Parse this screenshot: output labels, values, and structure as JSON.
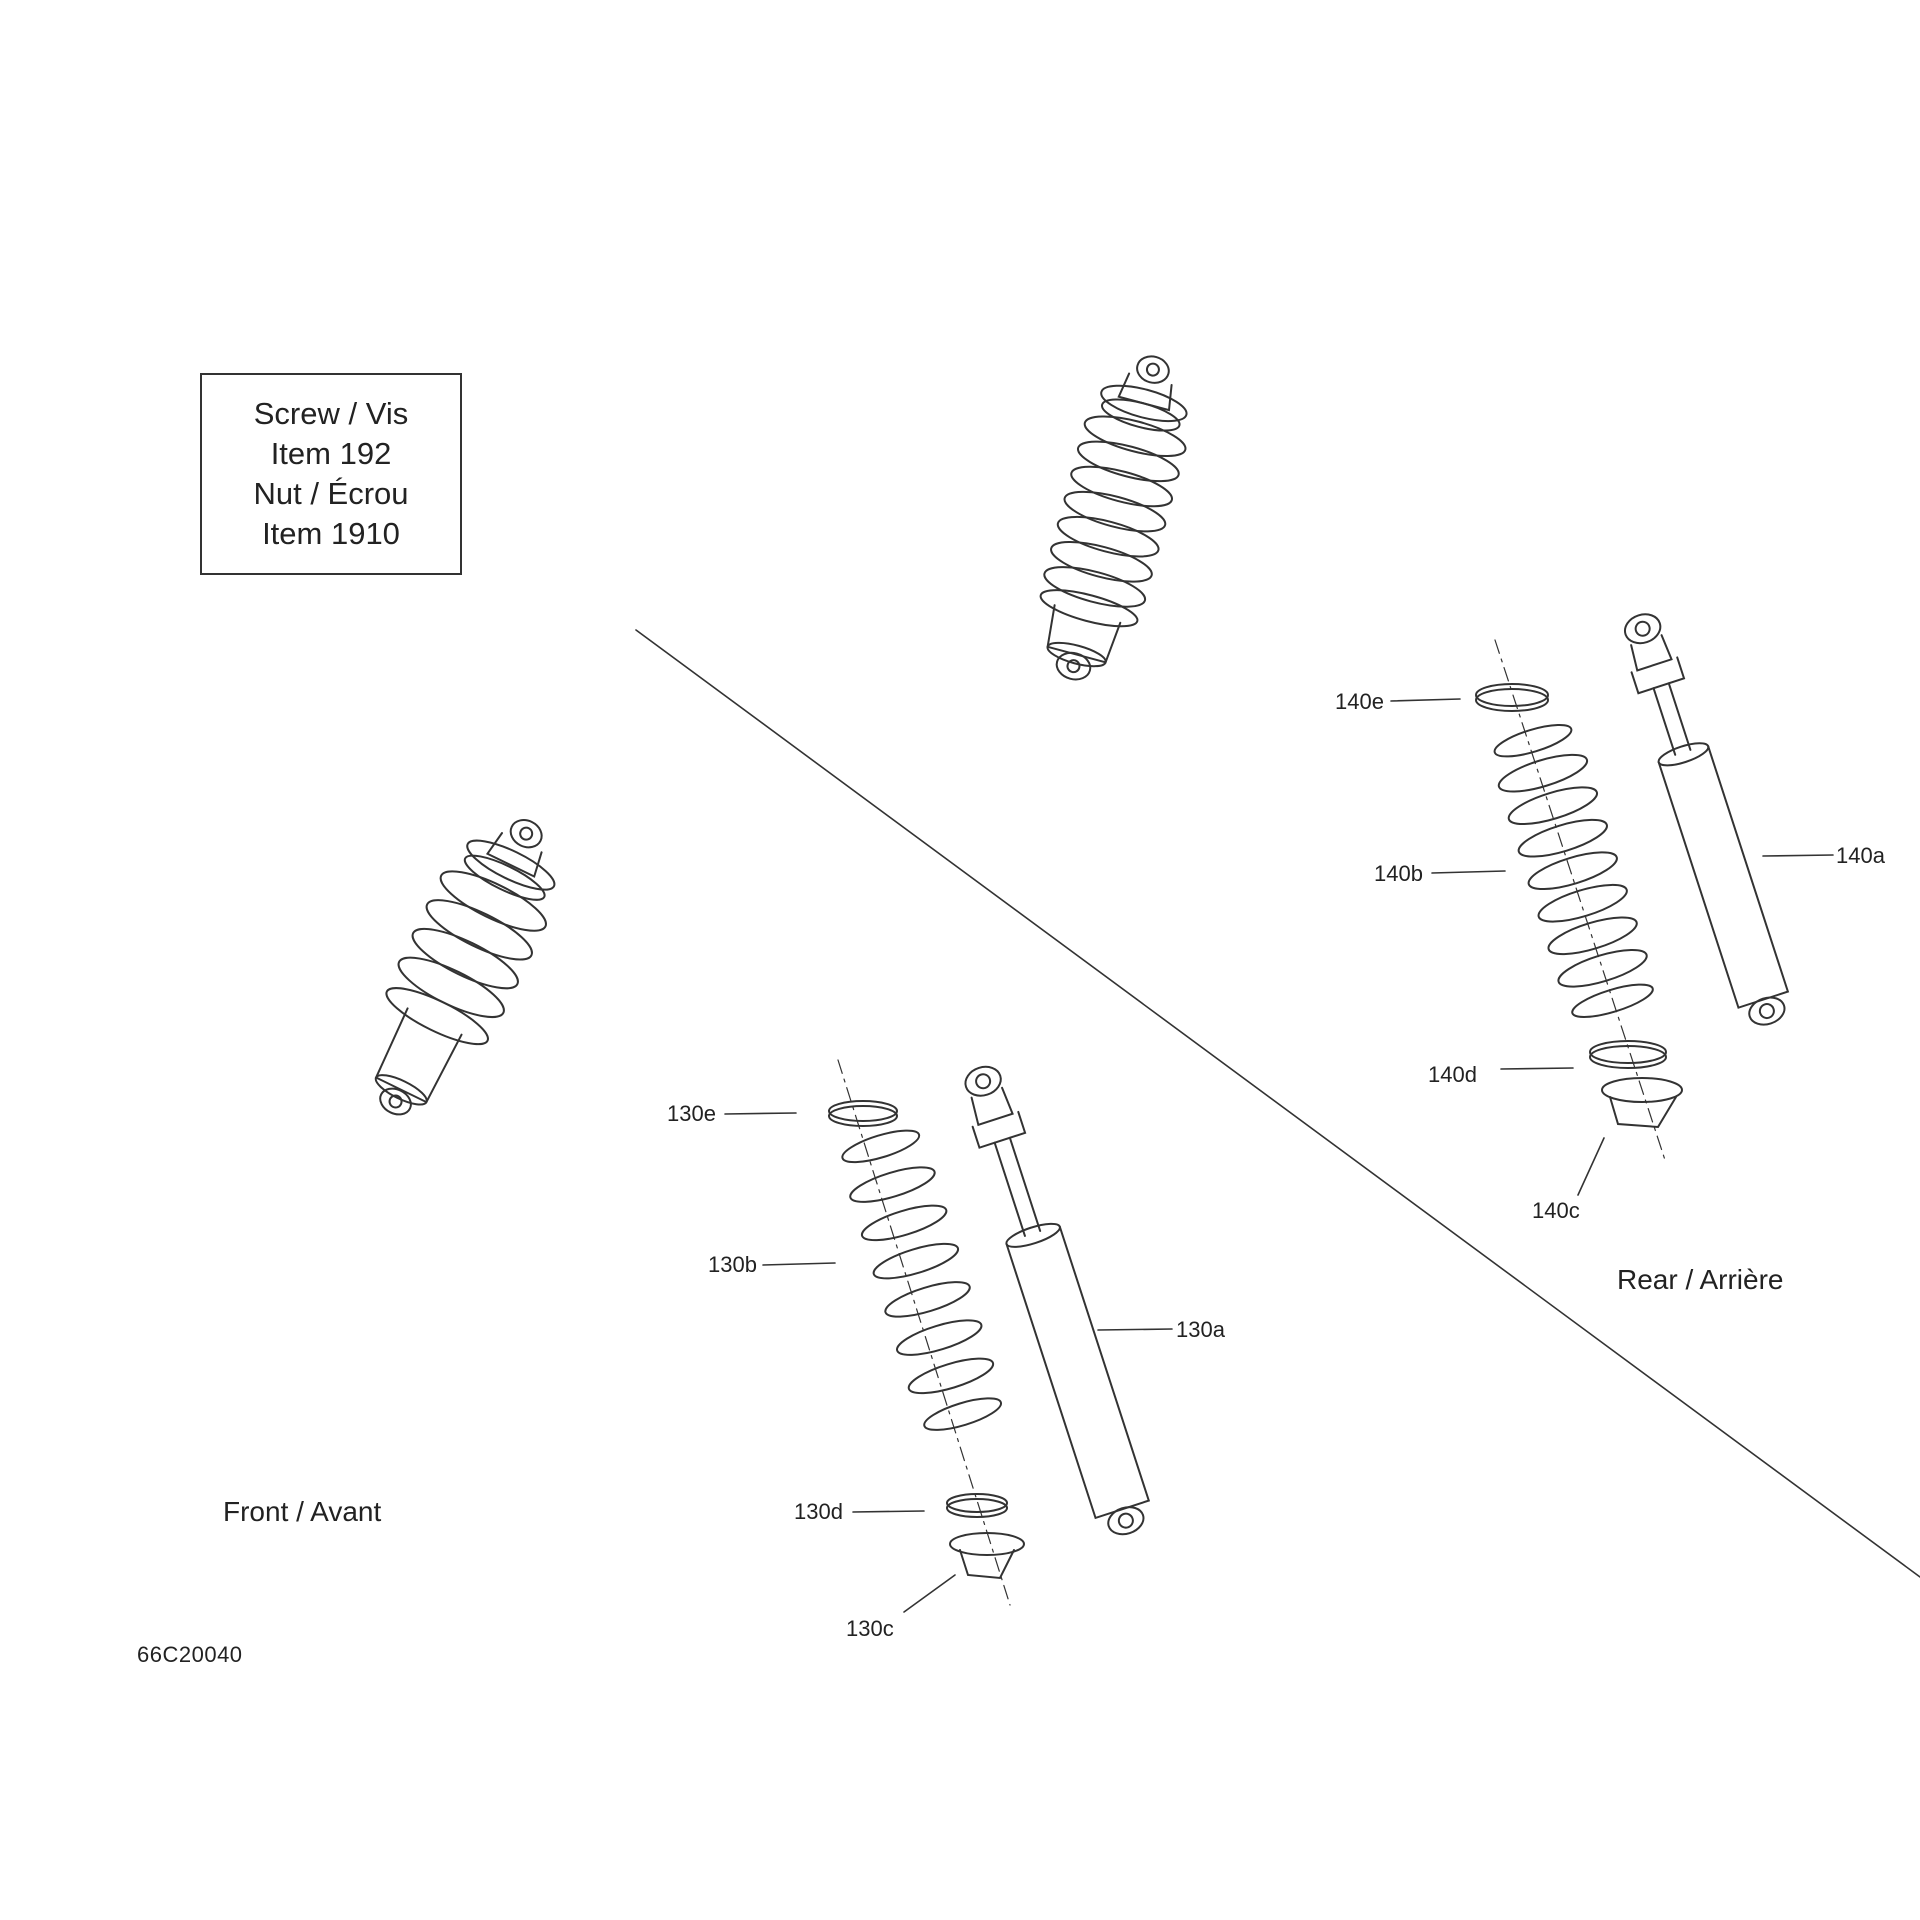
{
  "info_box": {
    "line1": "Screw / Vis",
    "line2": "Item 192",
    "line3": "Nut / Écrou",
    "line4": "Item 1910"
  },
  "sections": {
    "front": "Front / Avant",
    "rear": "Rear / Arrière"
  },
  "callouts": {
    "c130a": "130a",
    "c130b": "130b",
    "c130c": "130c",
    "c130d": "130d",
    "c130e": "130e",
    "c140a": "140a",
    "c140b": "140b",
    "c140c": "140c",
    "c140d": "140d",
    "c140e": "140e"
  },
  "drawing_number": "66C20040",
  "colors": {
    "line": "#333333",
    "background": "#ffffff"
  }
}
